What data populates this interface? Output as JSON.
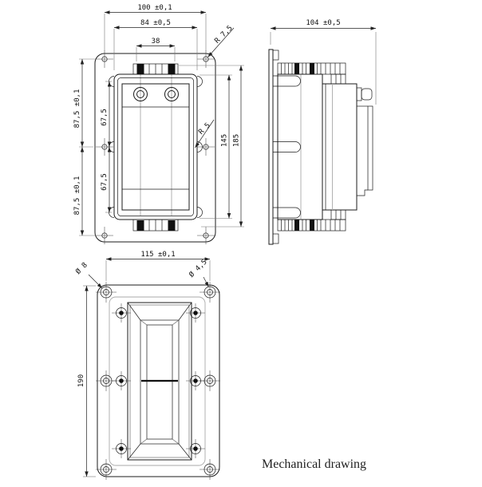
{
  "title": "Mechanical drawing",
  "colors": {
    "outline": "#1b1b1b",
    "auxiliary": "#777777",
    "background": "#ffffff"
  },
  "front_view": {
    "dim_overall_width": "100 ±0,1",
    "dim_body_width": "84 ±0,5",
    "dim_tab_width": "38",
    "dim_corner_radius": "R 7,5",
    "dim_upper_hole_span": "87,5 ±0,1",
    "dim_lower_hole_span": "87,5 ±0,1",
    "dim_upper_lobe_span": "67,5",
    "dim_lower_lobe_span": "67,5",
    "dim_body_height": "145",
    "dim_insert_height": "185",
    "dim_lobe_radius": "R 5"
  },
  "side_view": {
    "dim_overall_depth": "104 ±0,5"
  },
  "bottom_view": {
    "dim_overall_width": "115 ±0,1",
    "dim_overall_height": "190",
    "dim_corner_hole_dia": "Ø 8",
    "dim_screw_hole_dia": "Ø 4,5"
  }
}
